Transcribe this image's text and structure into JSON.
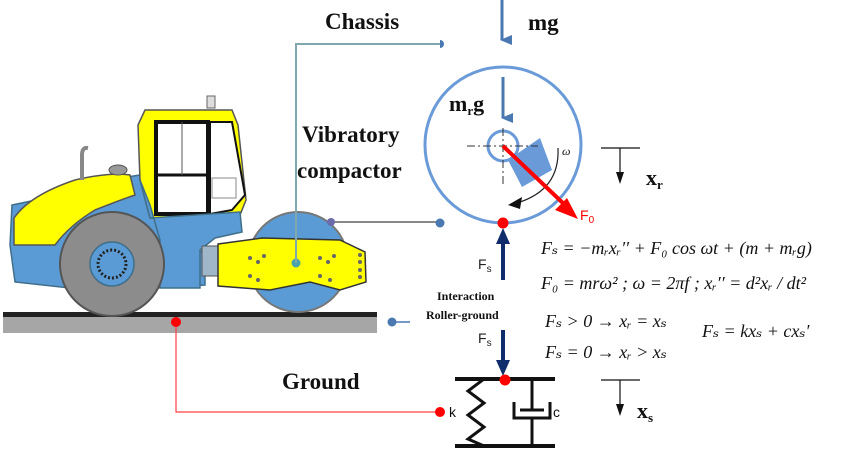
{
  "diagram": {
    "title": "Vibratory compactor roller-ground interaction model",
    "labels": {
      "chassis": "Chassis",
      "vibratory_line1": "Vibratory",
      "vibratory_line2": "compactor",
      "ground": "Ground",
      "interaction_line1": "Interaction",
      "interaction_line2": "Roller-ground"
    },
    "forces": {
      "mg_main": "mg",
      "mg_sub": "r",
      "mrg_main": "m",
      "mrg_tail": "g",
      "omega": "ω",
      "f0_main": "F",
      "f0_sub": "0",
      "fs_up_main": "F",
      "fs_up_sub": "s",
      "fs_down_main": "F",
      "fs_down_sub": "s"
    },
    "displacements": {
      "xr_main": "x",
      "xr_sub": "r",
      "xs_main": "x",
      "xs_sub": "s"
    },
    "spring_damper": {
      "spring_label": "k",
      "damper_label": "c"
    },
    "equations": [
      "Fₛ = −mᵣxᵣ′′ + F₀ cos ωt + (m + mᵣg)",
      "F₀ = mrω² ; ω = 2πf ; xᵣ′′ = d²xᵣ / dt²",
      "Fₛ > 0 → xᵣ = xₛ",
      "Fₛ = 0 → xᵣ > xₛ",
      "Fₛ = kxₛ + cxₛ′"
    ],
    "colors": {
      "drum_blue": "#6a9bd8",
      "arrow_blue": "#4a78b0",
      "navy": "#0f2d6b",
      "red": "#ff0000",
      "leader_teal": "#7fa7ad",
      "body_yellow": "#ffff00",
      "body_blue": "#5b9bd5",
      "tire_gray": "#8c8c8c",
      "ground_gray": "#a6a6a6"
    }
  }
}
